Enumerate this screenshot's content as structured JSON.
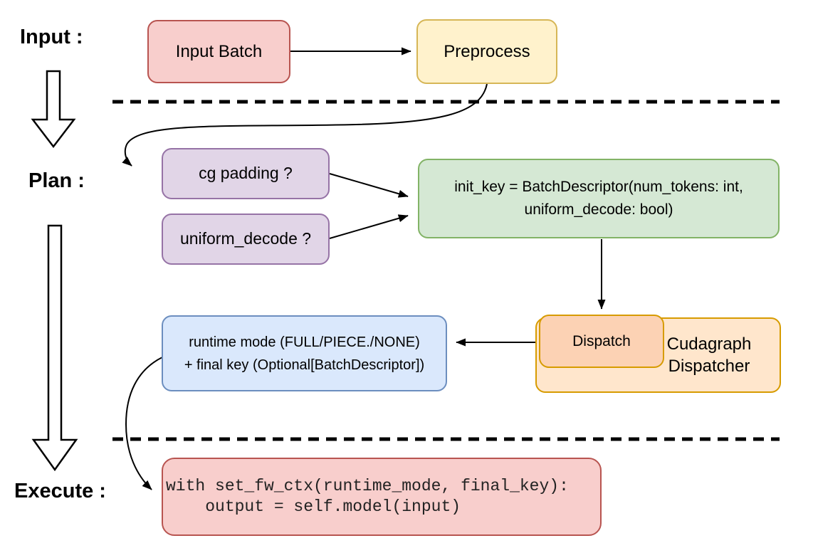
{
  "sections": {
    "input": "Input :",
    "plan": "Plan :",
    "execute": "Execute :"
  },
  "nodes": {
    "input_batch": {
      "label": "Input Batch"
    },
    "preprocess": {
      "label": "Preprocess"
    },
    "cg_padding": {
      "label": "cg padding ?"
    },
    "uniform_decode": {
      "label": "uniform_decode ?"
    },
    "init_key": {
      "line1": "init_key = BatchDescriptor(num_tokens: int,",
      "line2": "uniform_decode: bool)"
    },
    "dispatch": {
      "label": "Dispatch"
    },
    "cudagraph_dispatcher": {
      "line1": "Cudagraph",
      "line2": "Dispatcher"
    },
    "runtime_result": {
      "line1": "runtime mode (FULL/PIECE./NONE)",
      "line2": "+ final key (Optional[BatchDescriptor])"
    },
    "execute_code": {
      "line1": "with set_fw_ctx(runtime_mode, final_key):",
      "line2": "    output = self.model(input)"
    }
  },
  "palette": {
    "red_fill": "#f8cecc",
    "red_stroke": "#b85450",
    "yellow_fill": "#fff2cc",
    "yellow_stroke": "#d6b656",
    "purple_fill": "#e1d5e7",
    "purple_stroke": "#9673a6",
    "green_fill": "#d5e8d4",
    "green_stroke": "#82b366",
    "blue_fill": "#dae8fc",
    "blue_stroke": "#6c8ebf",
    "orange_outer_fill": "#ffe6cc",
    "orange_inner_fill": "#fcd2b4",
    "orange_stroke": "#d79b00",
    "connector": "#000000"
  }
}
